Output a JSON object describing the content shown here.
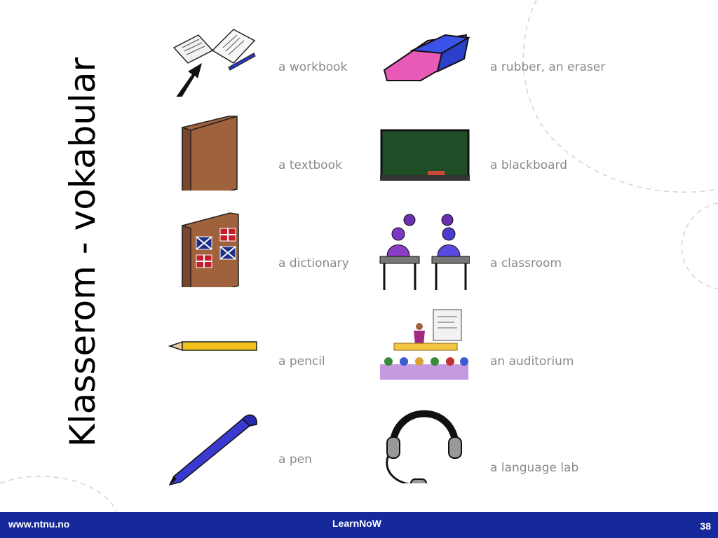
{
  "slide": {
    "title": "Klasserom - vokabular",
    "footer": {
      "url": "www.ntnu.no",
      "center": "LearnNoW",
      "page": "38"
    },
    "items": [
      {
        "label": "a workbook",
        "icon": "workbook-icon"
      },
      {
        "label": "a rubber, an eraser",
        "icon": "eraser-icon"
      },
      {
        "label": "a textbook",
        "icon": "textbook-icon"
      },
      {
        "label": "a blackboard",
        "icon": "blackboard-icon"
      },
      {
        "label": "a dictionary",
        "icon": "dictionary-icon"
      },
      {
        "label": "a classroom",
        "icon": "classroom-icon"
      },
      {
        "label": "a pencil",
        "icon": "pencil-icon"
      },
      {
        "label": "an auditorium",
        "icon": "auditorium-icon"
      },
      {
        "label": "a pen",
        "icon": "pen-icon"
      },
      {
        "label": "a language lab",
        "icon": "headset-icon"
      }
    ]
  }
}
